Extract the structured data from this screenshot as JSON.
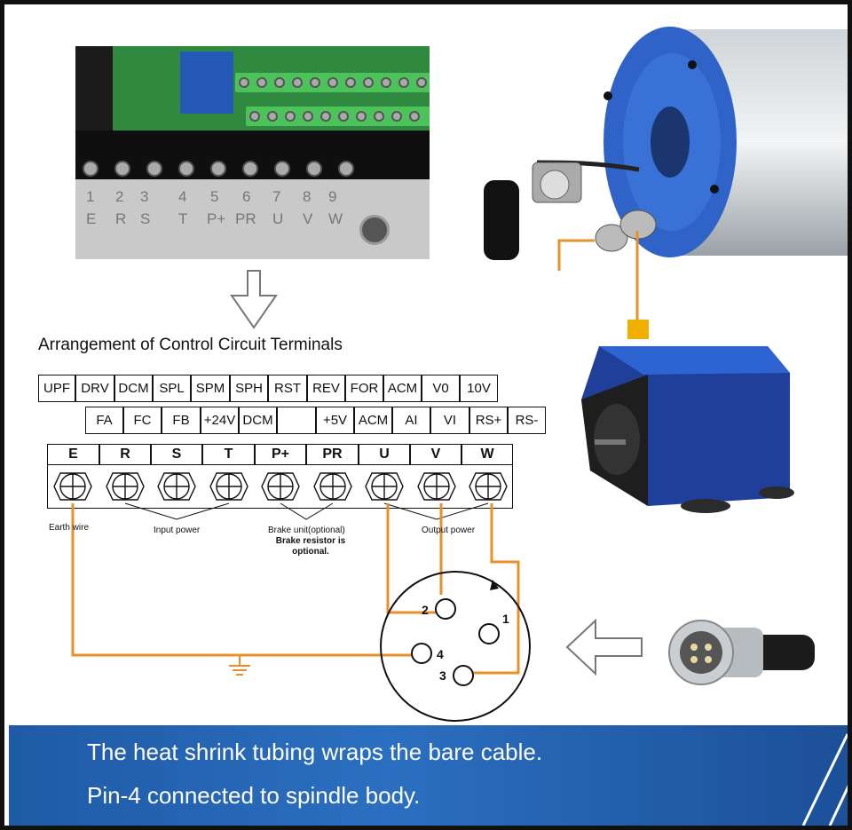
{
  "pcb_photo": {
    "label_numbers": [
      "1",
      "2",
      "3",
      "4",
      "5",
      "6",
      "7",
      "8",
      "9"
    ],
    "label_letters": [
      "E",
      "R",
      "S",
      "T",
      "P+",
      "PR",
      "U",
      "V",
      "W"
    ]
  },
  "diagram": {
    "title": "Arrangement of Control Circuit Terminals",
    "control_row1": [
      "UPF",
      "DRV",
      "DCM",
      "SPL",
      "SPM",
      "SPH",
      "RST",
      "REV",
      "FOR",
      "ACM",
      "V0",
      "10V"
    ],
    "control_row2": [
      "FA",
      "FC",
      "FB",
      "+24V",
      "DCM",
      "",
      "+5V",
      "ACM",
      "AI",
      "VI",
      "RS+",
      "RS-"
    ],
    "power_terminals": [
      "E",
      "R",
      "S",
      "T",
      "P+",
      "PR",
      "U",
      "V",
      "W"
    ],
    "labels": {
      "earth": "Earth wire",
      "input": "Input power",
      "brake1": "Brake unit(optional)",
      "brake2": "Brake resistor is",
      "brake3": "optional.",
      "output": "Output power"
    },
    "pins": [
      "1",
      "2",
      "3",
      "4"
    ]
  },
  "banner": {
    "line1": "The heat shrink tubing wraps the bare cable.",
    "line2": "Pin-4 connected to spindle body."
  },
  "colors": {
    "wire": "#e8902a",
    "banner": "#2364b4",
    "spindle_blue": "#2f63c8",
    "pcb_green": "#2f8a3f"
  }
}
